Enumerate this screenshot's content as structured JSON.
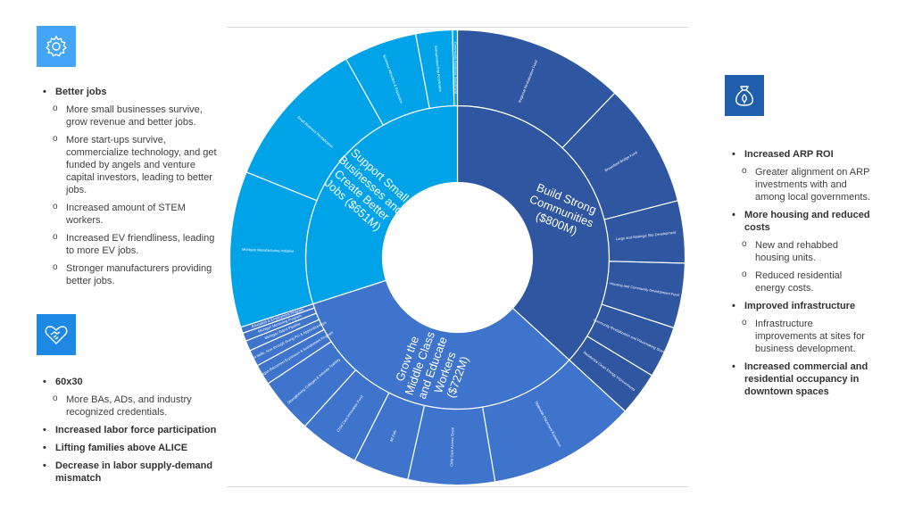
{
  "colors": {
    "icon_bg": "#42a5f5",
    "icon_bg_dark": "#1f5fad",
    "build_strong": "#2f56a0",
    "support_small": "#00a3e8",
    "grow_middle": "#3f74cc"
  },
  "icons": {
    "top_left": "gear-icon",
    "mid_left": "heart-handshake-icon",
    "right": "money-bag-icon"
  },
  "left_top": {
    "heading": "Better jobs",
    "items": [
      "More small businesses survive, grow revenue and better jobs.",
      "More start-ups survive, commercialize technology, and get funded by angels and venture capital investors, leading to better jobs.",
      "Increased amount of STEM workers.",
      "Increased EV friendliness, leading to more EV jobs.",
      "Stronger manufacturers providing better jobs."
    ]
  },
  "left_bottom": {
    "heading": "60x30",
    "sub_items": [
      "More BAs, ADs, and industry recognized credentials."
    ],
    "bullets": [
      "Increased labor force participation",
      "Lifting families above ALICE",
      "Decrease in labor supply-demand mismatch"
    ]
  },
  "right": {
    "sections": [
      {
        "heading": "Increased ARP ROI",
        "items": [
          "Greater alignment on ARP investments with and among local governments."
        ]
      },
      {
        "heading": "More housing and reduced costs",
        "items": [
          "New and rehabbed housing units.",
          "Reduced residential energy costs."
        ]
      },
      {
        "heading": "Improved infrastructure",
        "items": [
          "Infrastructure improvements at sites for business development."
        ]
      },
      {
        "heading": "Increased commercial and residential occupancy in downtown spaces",
        "items": []
      }
    ]
  },
  "sunburst": {
    "inner": [
      {
        "label": "Build Strong Communities ($800M)",
        "lines": [
          "Build Strong",
          "Communities",
          "($800M)"
        ],
        "value": 800
      },
      {
        "label": "Grow the Middle Class and Educate Workers ($722M)",
        "lines": [
          "Grow the",
          "Middle Class",
          "and Educate",
          "Workers",
          "($722M)"
        ],
        "value": 722
      },
      {
        "label": "Support Small Businesses and Create Better Jobs ($651M)",
        "lines": [
          "Support Small",
          "Businesses and",
          "Create Better",
          "Jobs ($651M)"
        ],
        "value": 651
      }
    ],
    "outer": {
      "build": [
        "Regional Revitalization Fund",
        "Brownfield Bridge Fund",
        "Large and Strategic Site Development",
        "Housing and Community Development Fund",
        "Community Revitalization and Placemaking Grants",
        "Residential Clean Energy Improvements"
      ],
      "grow": [
        "Statewide Placement Expansion",
        "Child Care Access Grant",
        "MI Kids",
        "Child Care Innovation Fund",
        "Strengthening Colleges & Industry Training",
        "Michigan Reconnect Expansion & Sustainment Program",
        "Right Skills, Now through Going Pro & Apprenticeships",
        "Michigan Talent Pipeline",
        "Michigan Mentoring Program",
        "Education & Employment Program"
      ],
      "support": [
        "Michigan Manufacturing Initiative",
        "Small Business Revitalization",
        "Business Attraction & Expansion",
        "Entrepreneurship Accelerator",
        "Community Business Investment"
      ]
    }
  }
}
